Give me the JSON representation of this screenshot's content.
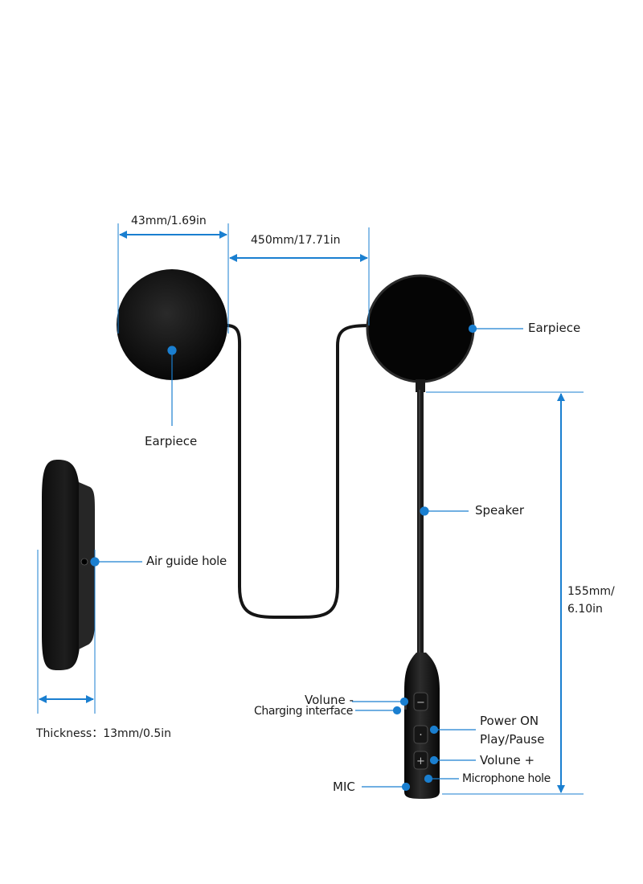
{
  "colors": {
    "accent": "#1a7fd0",
    "device": "#0a0a0a",
    "cable": "#151515"
  },
  "dimensions": {
    "earpiece_width": "43mm/1.69in",
    "cable_length": "450mm/17.71in",
    "boom_length_line1": "155mm/",
    "boom_length_line2": "6.10in",
    "thickness": "Thickness：13mm/0.5in"
  },
  "callouts": {
    "earpiece_left": "Earpiece",
    "earpiece_right": "Earpiece",
    "speaker": "Speaker",
    "air_guide_hole": "Air guide hole",
    "volume_minus": "Volune -",
    "charging_interface": "Charging interface",
    "power_on": "Power ON",
    "play_pause": "Play/Pause",
    "volume_plus": "Volune +",
    "microphone_hole": "Microphone hole",
    "mic": "MIC"
  },
  "button_glyphs": {
    "minus": "−",
    "dot": "·",
    "plus": "+"
  }
}
